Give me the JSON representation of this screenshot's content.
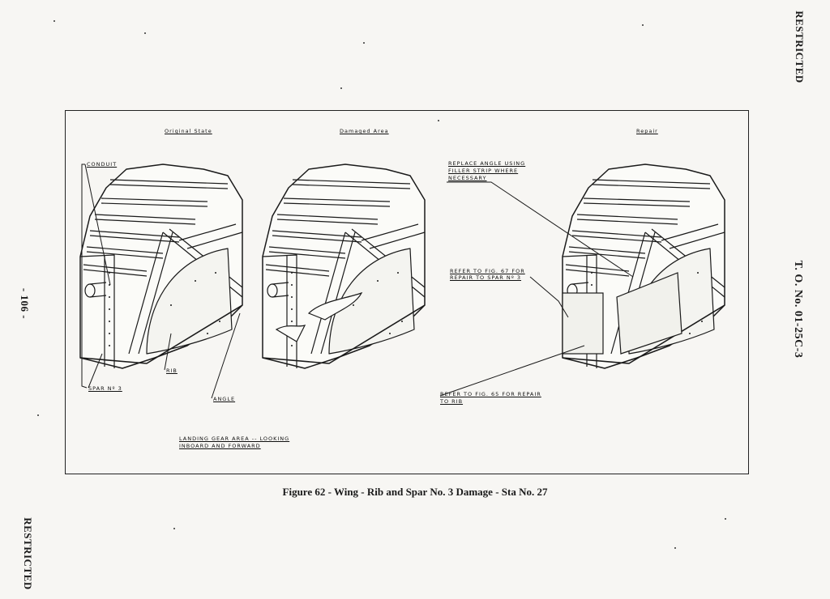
{
  "margin": {
    "restricted_top": "RESTRICTED",
    "to_number": "T. O. No. 01-25C-3",
    "restricted_bottom": "RESTRICTED",
    "page_number": "- 106 -"
  },
  "figure": {
    "panel_titles": {
      "original": "Original State",
      "damaged": "Damaged Area",
      "repair": "Repair"
    },
    "callouts": {
      "conduit": "CONDUIT",
      "rib": "RIB",
      "spar": "SPAR Nº 3",
      "angle": "ANGLE",
      "replace_angle_1": "REPLACE ANGLE USING",
      "replace_angle_2": "FILLER STRIP WHERE",
      "replace_angle_3": "NECESSARY",
      "refer_spar_1": "REFER TO FIG. 67 FOR",
      "refer_spar_2": "REPAIR TO SPAR Nº 3",
      "refer_rib_1": "REFER TO FIG. 65 FOR REPAIR",
      "refer_rib_2": "TO RIB"
    },
    "view_note_1": "LANDING GEAR AREA -- LOOKING",
    "view_note_2": "INBOARD AND FORWARD"
  },
  "caption": "Figure 62 - Wing - Rib and Spar No. 3 Damage - Sta  No. 27"
}
